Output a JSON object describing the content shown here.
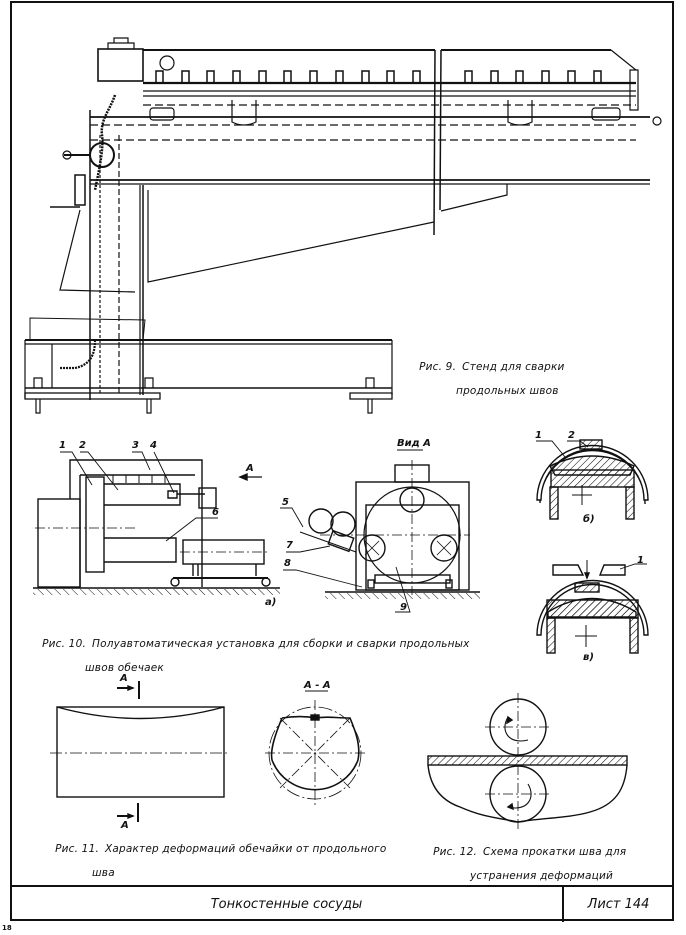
{
  "document": {
    "type": "technical drawing sheet",
    "figures": [
      {
        "id": "fig9",
        "number": "Рис. 9.",
        "caption_line1": "Стенд для сварки",
        "caption_line2": "продольных швов"
      },
      {
        "id": "fig10",
        "number": "Рис. 10.",
        "caption_line1": "Полуавтоматическая установка для сборки и сварки продольных",
        "caption_line2": "швов обечаек",
        "labels": {
          "l1": "1",
          "l2": "2",
          "l3": "3",
          "l4": "4",
          "l5": "5",
          "l6": "6",
          "l7": "7",
          "l8": "8",
          "l9": "9",
          "arrow_a": "А",
          "view_a": "Вид А",
          "sub_a": "а)",
          "sub_b": "б)",
          "sub_v": "в)",
          "b_l1": "1",
          "b_l2": "2",
          "v_l1": "1"
        }
      },
      {
        "id": "fig11",
        "number": "Рис. 11.",
        "caption_line1": "Характер деформаций обечайки от продольного",
        "caption_line2": "шва",
        "labels": {
          "section_top": "А",
          "section_bottom": "А",
          "section_view": "А - А"
        }
      },
      {
        "id": "fig12",
        "number": "Рис. 12.",
        "caption_line1": "Схема прокатки шва для",
        "caption_line2": "устранения деформаций"
      }
    ],
    "title_block": {
      "title": "Тонкостенные сосуды",
      "sheet_label": "Лист 144"
    },
    "page_number": "18"
  }
}
